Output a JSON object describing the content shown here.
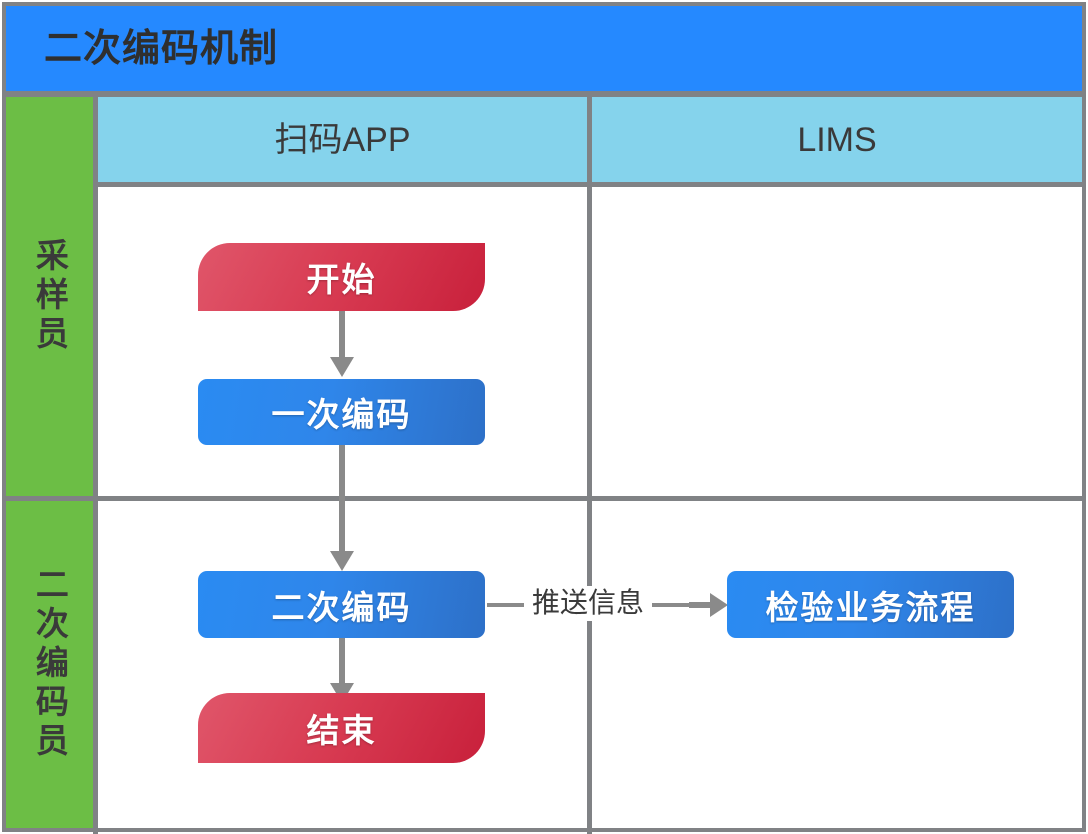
{
  "page": {
    "title": "二次编码机制",
    "background": "#ffffff",
    "border_color": "#808285"
  },
  "colors": {
    "title_bar": "#2589ff",
    "role_lane": "#6cbe45",
    "column_header": "#85d3ec",
    "node_blue": "#2a8bf2",
    "node_red": "#d83b52",
    "connector": "#8a8a8a",
    "grid_line": "#808285",
    "text_dark": "#3a3a3a",
    "text_light": "#ffffff"
  },
  "columns": [
    {
      "key": "app",
      "label": "扫码APP"
    },
    {
      "key": "lims",
      "label": "LIMS"
    }
  ],
  "lanes": [
    {
      "key": "sampler",
      "label": "采样员"
    },
    {
      "key": "coder",
      "label": "二次编码员"
    }
  ],
  "nodes": [
    {
      "id": "start",
      "label": "开始",
      "shape": "terminator",
      "color": "red",
      "lane": "sampler",
      "column": "app"
    },
    {
      "id": "primary",
      "label": "一次编码",
      "shape": "process",
      "color": "blue",
      "lane": "sampler",
      "column": "app"
    },
    {
      "id": "secondary",
      "label": "二次编码",
      "shape": "process",
      "color": "blue",
      "lane": "coder",
      "column": "app"
    },
    {
      "id": "end",
      "label": "结束",
      "shape": "terminator",
      "color": "red",
      "lane": "coder",
      "column": "app"
    },
    {
      "id": "inspection",
      "label": "检验业务流程",
      "shape": "process",
      "color": "blue",
      "lane": "coder",
      "column": "lims"
    }
  ],
  "connectors": [
    {
      "from": "start",
      "to": "primary",
      "label": "",
      "direction": "down"
    },
    {
      "from": "primary",
      "to": "secondary",
      "label": "",
      "direction": "down"
    },
    {
      "from": "secondary",
      "to": "end",
      "label": "",
      "direction": "down"
    },
    {
      "from": "secondary",
      "to": "inspection",
      "label": "推送信息",
      "direction": "right"
    }
  ],
  "connector_labels": {
    "push_info": "推送信息"
  }
}
